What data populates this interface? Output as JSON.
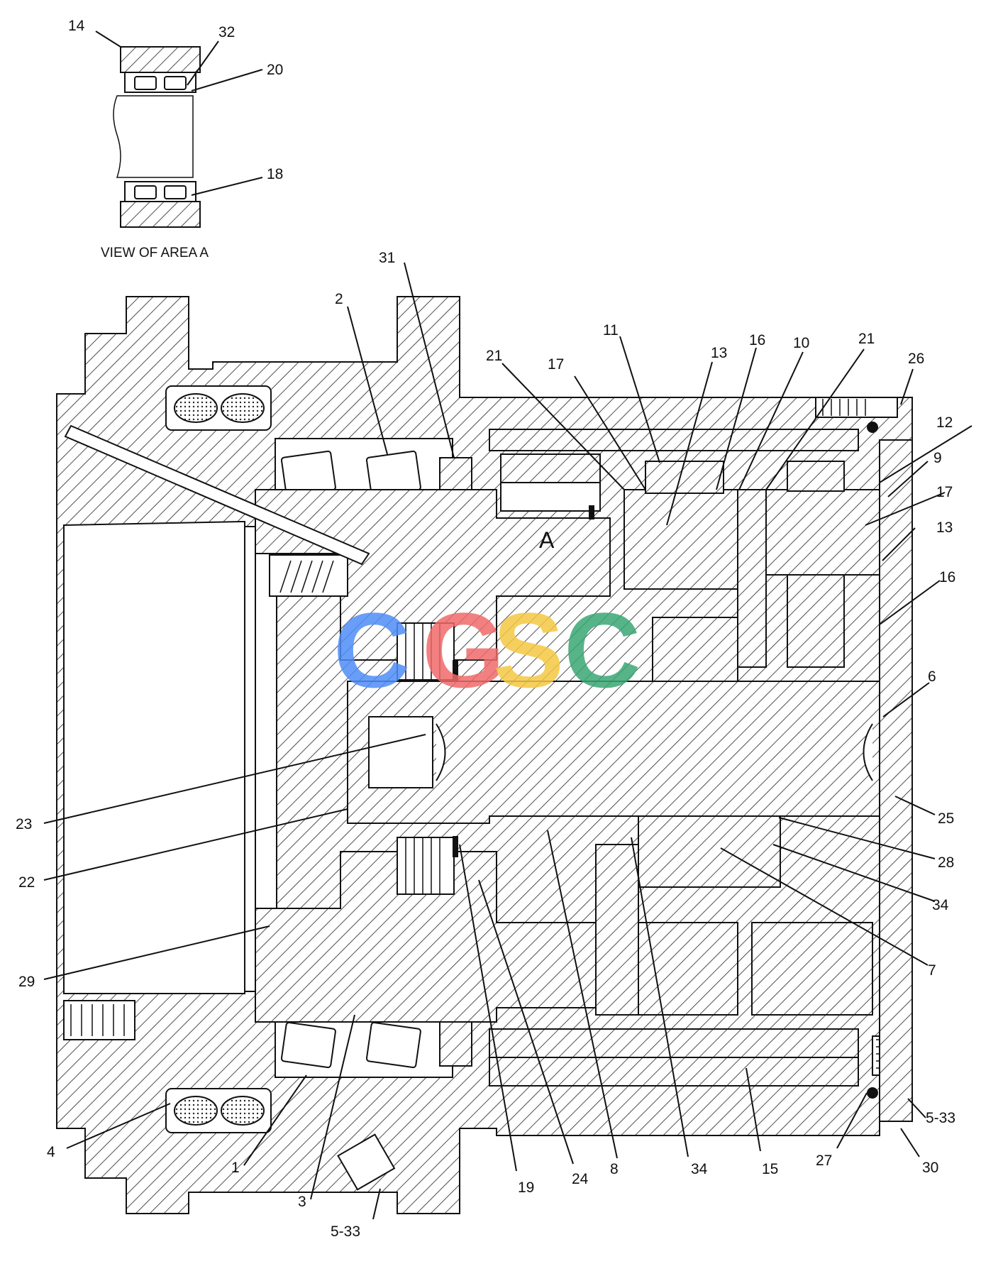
{
  "diagram": {
    "view_caption": "VIEW OF AREA A",
    "area_marker": "A",
    "watermark": {
      "text": "CGSC",
      "letters": [
        "C",
        "G",
        "S",
        "C"
      ],
      "colors": [
        "#4f8ef7",
        "#f06a6a",
        "#f5c842",
        "#3aa774"
      ]
    },
    "callouts": [
      "14",
      "32",
      "20",
      "18",
      "31",
      "2",
      "11",
      "21",
      "17",
      "13",
      "16",
      "10",
      "21",
      "26",
      "12",
      "9",
      "17",
      "13",
      "16",
      "6",
      "25",
      "28",
      "34",
      "7",
      "23",
      "22",
      "29",
      "4",
      "1",
      "3",
      "5-33",
      "19",
      "24",
      "8",
      "34",
      "15",
      "27",
      "30",
      "5-33"
    ]
  }
}
